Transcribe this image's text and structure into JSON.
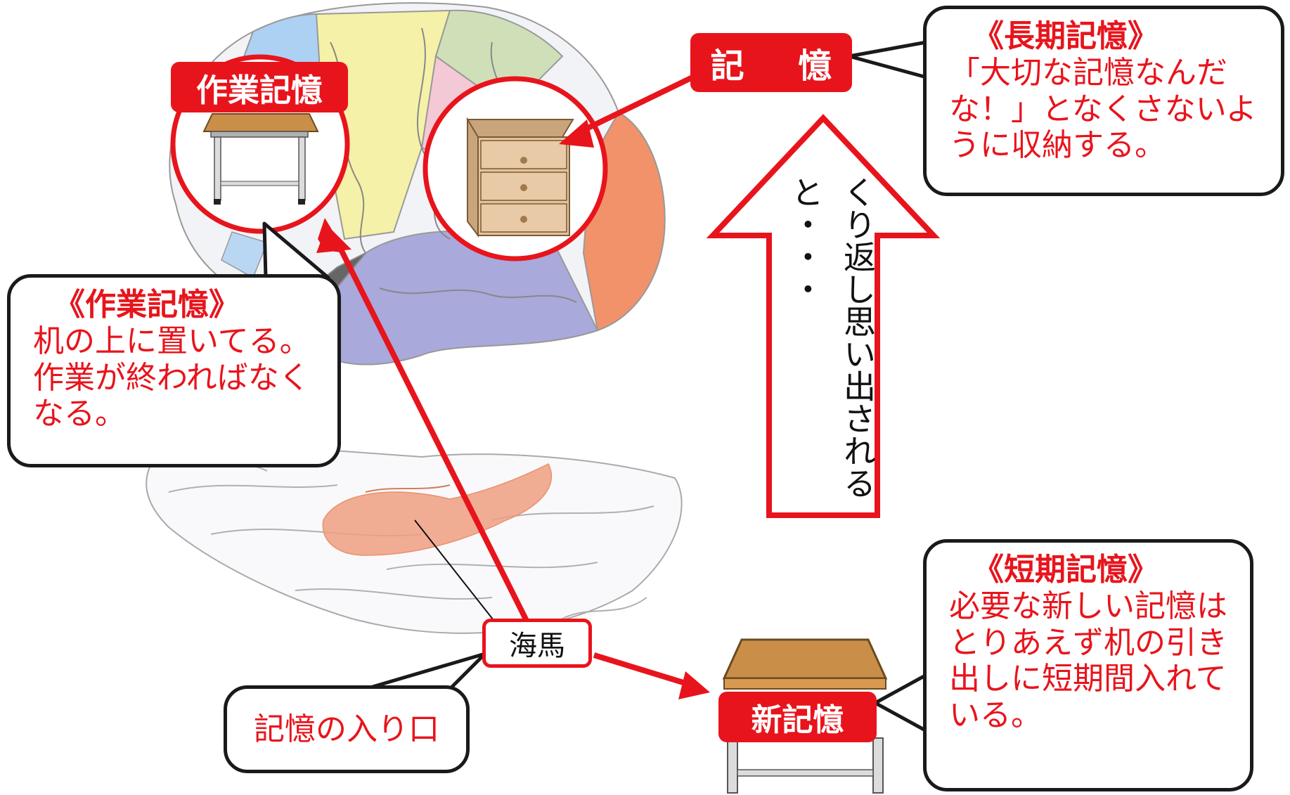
{
  "work_memory": {
    "tag": "作業記憶",
    "bubble_title": "《作業記憶》",
    "bubble_text": "机の上に置いてる。作業が終わればなくなる。"
  },
  "long_term": {
    "tag": "記 憶",
    "bubble_title": "《長期記憶》",
    "bubble_text": "「大切な記憶なんだな！」となくさないように収納する。"
  },
  "short_term": {
    "tag": "新記憶",
    "bubble_title": "《短期記憶》",
    "bubble_text": "必要な新しい記憶はとりあえず机の引き出しに短期間入れている。"
  },
  "hippocampus": {
    "label": "海馬",
    "bubble_text": "記憶の入り口"
  },
  "repeat_text": "くり返し思い出されると・・・",
  "colors": {
    "accent_red": "#e8141c",
    "outline": "#1a1a1a",
    "hippocampus_fill": "#f0a080"
  }
}
